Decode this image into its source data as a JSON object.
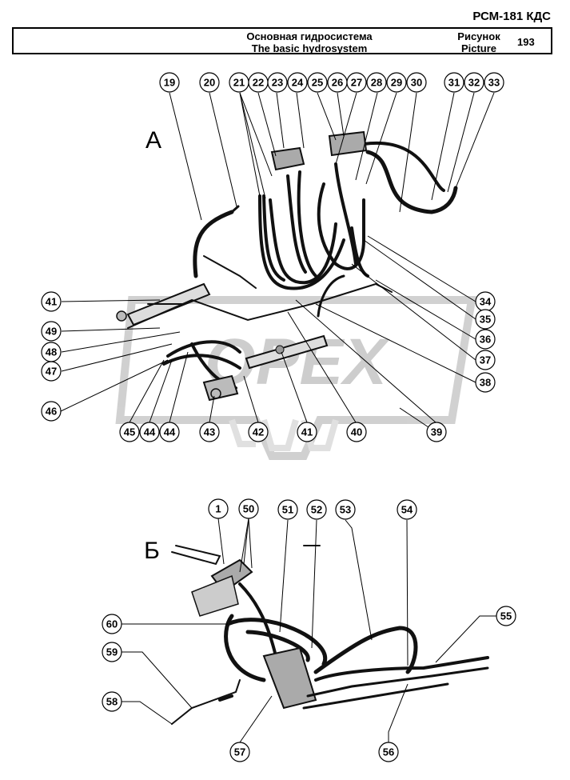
{
  "header": {
    "doc_code": "РСМ-181 КДС",
    "title_ru": "Основная гидросистема",
    "title_en": "The basic hydrosystem",
    "picture_ru": "Рисунок",
    "picture_en": "Picture",
    "picture_number": "193"
  },
  "sections": {
    "a": "А",
    "b": "Б"
  },
  "watermark": "OPEX",
  "callouts_a": [
    "19",
    "20",
    "21",
    "22",
    "23",
    "24",
    "25",
    "26",
    "27",
    "28",
    "29",
    "30",
    "31",
    "32",
    "33",
    "34",
    "35",
    "36",
    "37",
    "38",
    "39",
    "40",
    "41",
    "42",
    "43",
    "44",
    "44",
    "45",
    "46",
    "47",
    "48",
    "49",
    "41"
  ],
  "callouts_b": [
    "1",
    "50",
    "51",
    "52",
    "53",
    "54",
    "55",
    "56",
    "57",
    "58",
    "59",
    "60"
  ]
}
